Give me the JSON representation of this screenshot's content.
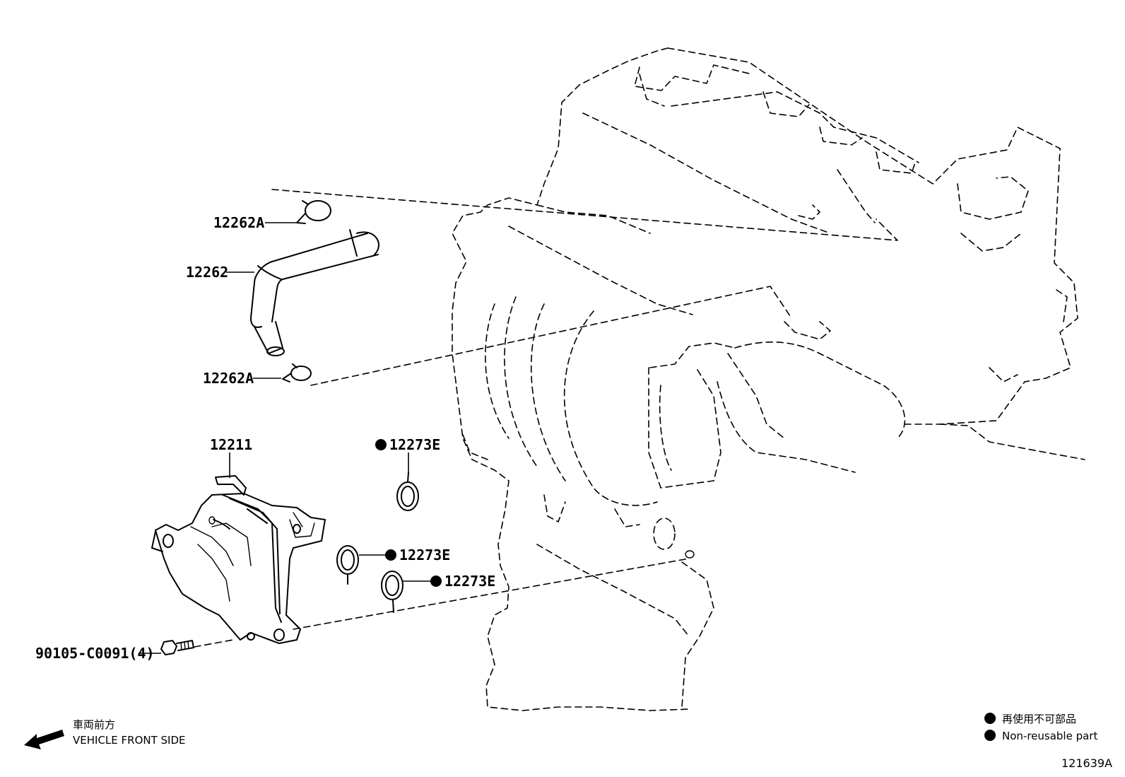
{
  "parts": {
    "clip_top": "12262A",
    "hose": "12262",
    "clip_bottom": "12262A",
    "case": "12211",
    "gasket_1": "12273E",
    "gasket_2": "12273E",
    "gasket_3": "12273E",
    "bolt": "90105-C0091(4)"
  },
  "direction": {
    "label_jp": "車両前方",
    "label_en": "VEHICLE FRONT SIDE"
  },
  "legend": {
    "jp": "再使用不可部品",
    "en": "Non-reusable part"
  },
  "reference_code": "121639A"
}
